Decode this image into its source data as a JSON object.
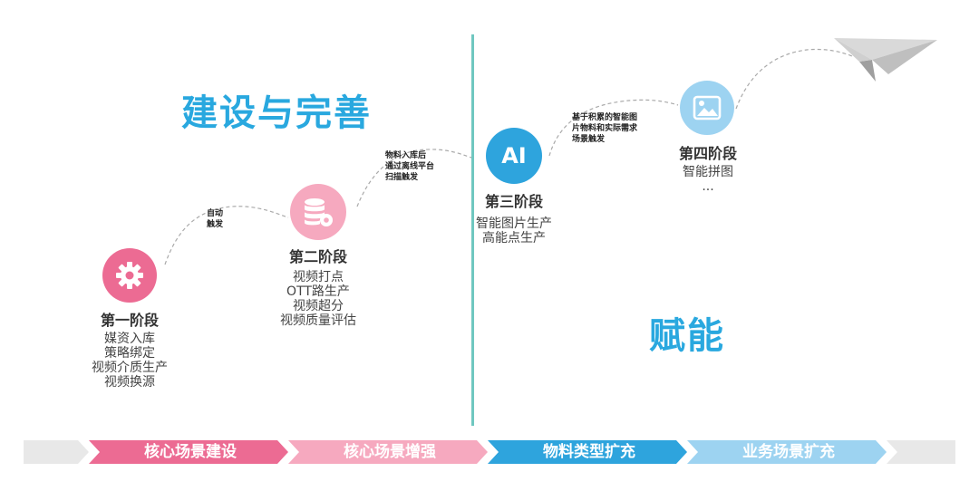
{
  "headlines": {
    "left": "建设与完善",
    "right": "赋能"
  },
  "stages": [
    {
      "title": "第一阶段",
      "icon": "gear-icon",
      "color": "#ec6b93",
      "items": [
        "媒资入库",
        "策略绑定",
        "视频介质生产",
        "视频换源"
      ]
    },
    {
      "title": "第二阶段",
      "icon": "database-gear-icon",
      "color": "#f6a9bf",
      "items": [
        "视频打点",
        "OTT路生产",
        "视频超分",
        "视频质量评估"
      ]
    },
    {
      "title": "第三阶段",
      "icon": "ai-icon",
      "icon_text": "AI",
      "color": "#2ea4dd",
      "items": [
        "智能图片生产",
        "高能点生产"
      ]
    },
    {
      "title": "第四阶段",
      "icon": "image-icon",
      "color": "#9dd3f1",
      "items": [
        "智能拼图",
        "..."
      ]
    }
  ],
  "triggers": [
    {
      "lines": [
        "自动",
        "触发"
      ]
    },
    {
      "lines": [
        "物料入库后",
        "通过离线平台",
        "扫描触发"
      ]
    },
    {
      "lines": [
        "基于积累的智能图",
        "片物料和实际需求",
        "场景触发"
      ]
    }
  ],
  "bands": [
    {
      "label": "核心场景建设",
      "color": "#ec6b93"
    },
    {
      "label": "核心场景增强",
      "color": "#f6a9bf"
    },
    {
      "label": "物料类型扩充",
      "color": "#2ea4dd"
    },
    {
      "label": "业务场景扩充",
      "color": "#9dd3f1"
    }
  ],
  "colors": {
    "headline": "#29a8df",
    "divider": "#6fc7c0",
    "band_gray": "#e8e8e8",
    "dashed_path": "#aaaaaa"
  },
  "decor": {
    "plane": "paper-plane-icon"
  }
}
